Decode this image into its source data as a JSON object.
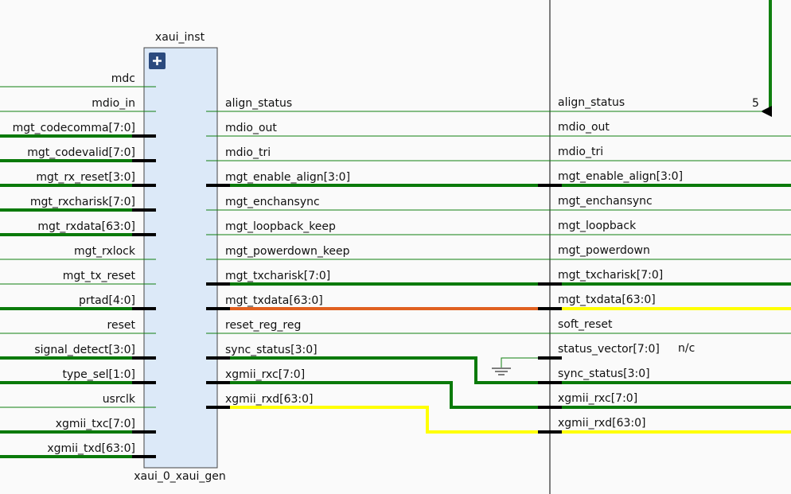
{
  "instance": {
    "name": "xaui_inst",
    "module": "xaui_0_xaui_gen",
    "expand_icon": "plus-icon"
  },
  "colors": {
    "background": "#fafafa",
    "block_fill": "#dce9f8",
    "block_stroke": "#444444",
    "wire_green": "#108010",
    "bus_green": "#0a7a0a",
    "bus_orange": "#e06020",
    "bus_yellow": "#ffff00",
    "pin_black": "#000000",
    "expand_button": "#2b4a7e"
  },
  "input_ports": [
    {
      "name": "mdc",
      "bus": false,
      "color": "green"
    },
    {
      "name": "mdio_in",
      "bus": false,
      "color": "green"
    },
    {
      "name": "mgt_codecomma[7:0]",
      "bus": true,
      "color": "green"
    },
    {
      "name": "mgt_codevalid[7:0]",
      "bus": true,
      "color": "green"
    },
    {
      "name": "mgt_rx_reset[3:0]",
      "bus": true,
      "color": "green"
    },
    {
      "name": "mgt_rxcharisk[7:0]",
      "bus": true,
      "color": "green"
    },
    {
      "name": "mgt_rxdata[63:0]",
      "bus": true,
      "color": "green"
    },
    {
      "name": "mgt_rxlock",
      "bus": false,
      "color": "green"
    },
    {
      "name": "mgt_tx_reset",
      "bus": false,
      "color": "green"
    },
    {
      "name": "prtad[4:0]",
      "bus": true,
      "color": "green"
    },
    {
      "name": "reset",
      "bus": false,
      "color": "green"
    },
    {
      "name": "signal_detect[3:0]",
      "bus": true,
      "color": "green"
    },
    {
      "name": "type_sel[1:0]",
      "bus": true,
      "color": "green"
    },
    {
      "name": "usrclk",
      "bus": false,
      "color": "green"
    },
    {
      "name": "xgmii_txc[7:0]",
      "bus": true,
      "color": "green"
    },
    {
      "name": "xgmii_txd[63:0]",
      "bus": true,
      "color": "green"
    }
  ],
  "output_ports": [
    {
      "name": "align_status",
      "bus": false
    },
    {
      "name": "mdio_out",
      "bus": false
    },
    {
      "name": "mdio_tri",
      "bus": false
    },
    {
      "name": "mgt_enable_align[3:0]",
      "bus": true
    },
    {
      "name": "mgt_enchansync",
      "bus": false
    },
    {
      "name": "mgt_loopback_keep",
      "bus": false
    },
    {
      "name": "mgt_powerdown_keep",
      "bus": false
    },
    {
      "name": "mgt_txcharisk[7:0]",
      "bus": true
    },
    {
      "name": "mgt_txdata[63:0]",
      "bus": true
    },
    {
      "name": "reset_reg_reg",
      "bus": false
    },
    {
      "name": "sync_status[3:0]",
      "bus": true
    },
    {
      "name": "xgmii_rxc[7:0]",
      "bus": true
    },
    {
      "name": "xgmii_rxd[63:0]",
      "bus": true
    }
  ],
  "right_pins": [
    {
      "name": "align_status"
    },
    {
      "name": "mdio_out"
    },
    {
      "name": "mdio_tri"
    },
    {
      "name": "mgt_enable_align[3:0]"
    },
    {
      "name": "mgt_enchansync"
    },
    {
      "name": "mgt_loopback"
    },
    {
      "name": "mgt_powerdown"
    },
    {
      "name": "mgt_txcharisk[7:0]"
    },
    {
      "name": "mgt_txdata[63:0]"
    },
    {
      "name": "soft_reset"
    },
    {
      "name": "status_vector[7:0]"
    },
    {
      "name": "sync_status[3:0]"
    },
    {
      "name": "xgmii_rxc[7:0]"
    },
    {
      "name": "xgmii_rxd[63:0]"
    }
  ],
  "annotations": {
    "nc_label": "n/c",
    "align_status_value": "5"
  }
}
